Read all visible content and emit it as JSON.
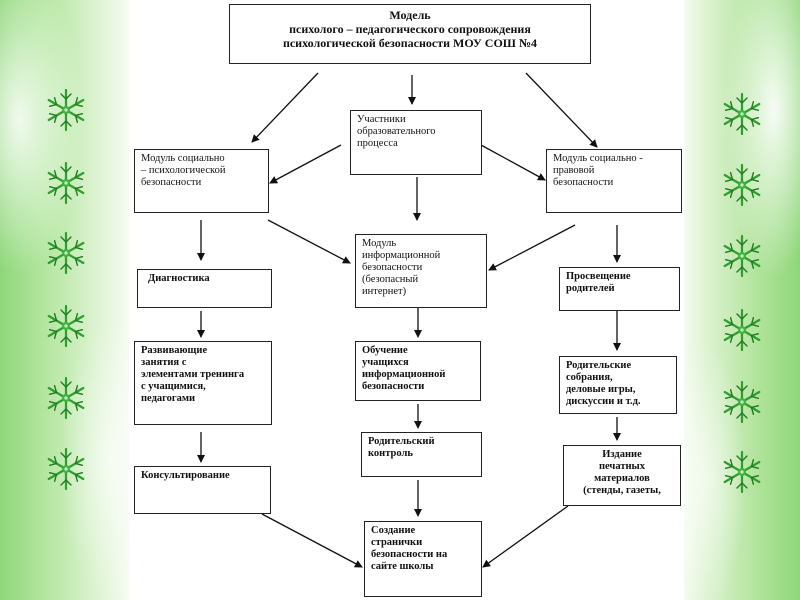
{
  "title": "Модель\nпсихолого – педагогического сопровождения\nпсихологической безопасности МОУ СОШ №4",
  "participants": "Участники\nобразовательного\nпроцесса",
  "module_psych": "Модуль  социально\n– психологической\nбезопасности",
  "module_legal": "Модуль социально -\nправовой\nбезопасности",
  "module_info": "Модуль\nинформационной\nбезопасности\n(безопасный\nинтернет)",
  "diagnostics": "Диагностика",
  "developing": "Развивающие\nзанятия  с\nэлементами тренинга\nс учащимися,\nпедагогами",
  "consulting": "Консультирование",
  "training_students": "Обучение\nучащихся\nинформационной\nбезопасности",
  "parental_control": "Родительский\nконтроль",
  "creating_page": "Создание\nстранички\nбезопасности  на\nсайте школы",
  "parent_education": "Просвещение\nродителей",
  "parent_meetings": "Родительские\nсобрания,\nделовые игры,\nдискуссии и т.д.",
  "publishing": "Издание\nпечатных\nматериалов\n(стенды, газеты,",
  "colors": {
    "background_green": "#8fd67a",
    "snowflake_green": "#2f9e2f",
    "box_border": "#222222",
    "text": "#111111"
  },
  "decor": {
    "snowflake_icon": "snowflake-icon"
  }
}
